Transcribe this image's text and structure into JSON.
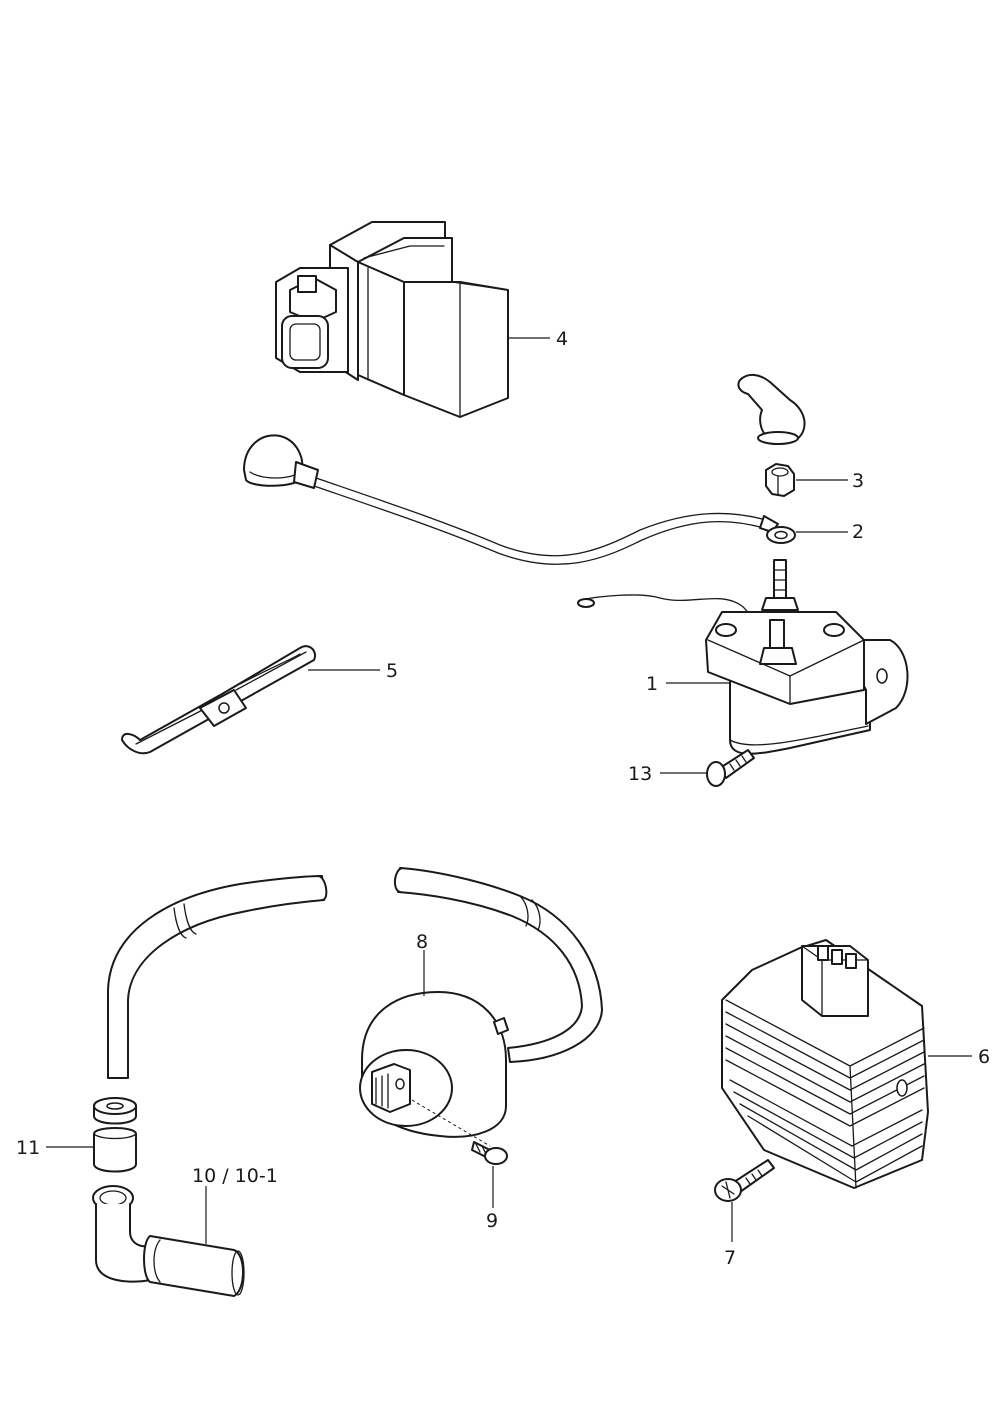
{
  "callouts": {
    "c1": "1",
    "c2": "2",
    "c3": "3",
    "c4": "4",
    "c5": "5",
    "c6": "6",
    "c7": "7",
    "c8": "8",
    "c9": "9",
    "c10": "10 / 10-1",
    "c11": "11",
    "c13": "13"
  },
  "parts": [
    {
      "callout": "1",
      "icon": "starter-relay-icon"
    },
    {
      "callout": "2",
      "icon": "battery-cable-icon"
    },
    {
      "callout": "3",
      "icon": "nut-icon"
    },
    {
      "callout": "4",
      "icon": "relay-connector-icon"
    },
    {
      "callout": "5",
      "icon": "cable-clip-icon"
    },
    {
      "callout": "6",
      "icon": "voltage-regulator-icon"
    },
    {
      "callout": "7",
      "icon": "regulator-screw-icon"
    },
    {
      "callout": "8",
      "icon": "ignition-coil-icon"
    },
    {
      "callout": "9",
      "icon": "coil-screw-icon"
    },
    {
      "callout": "10 / 10-1",
      "icon": "spark-plug-cap-icon"
    },
    {
      "callout": "11",
      "icon": "grommet-icon"
    },
    {
      "callout": "13",
      "icon": "relay-screw-icon"
    }
  ],
  "colors": {
    "line": "#1a1a1a",
    "background": "#ffffff"
  }
}
